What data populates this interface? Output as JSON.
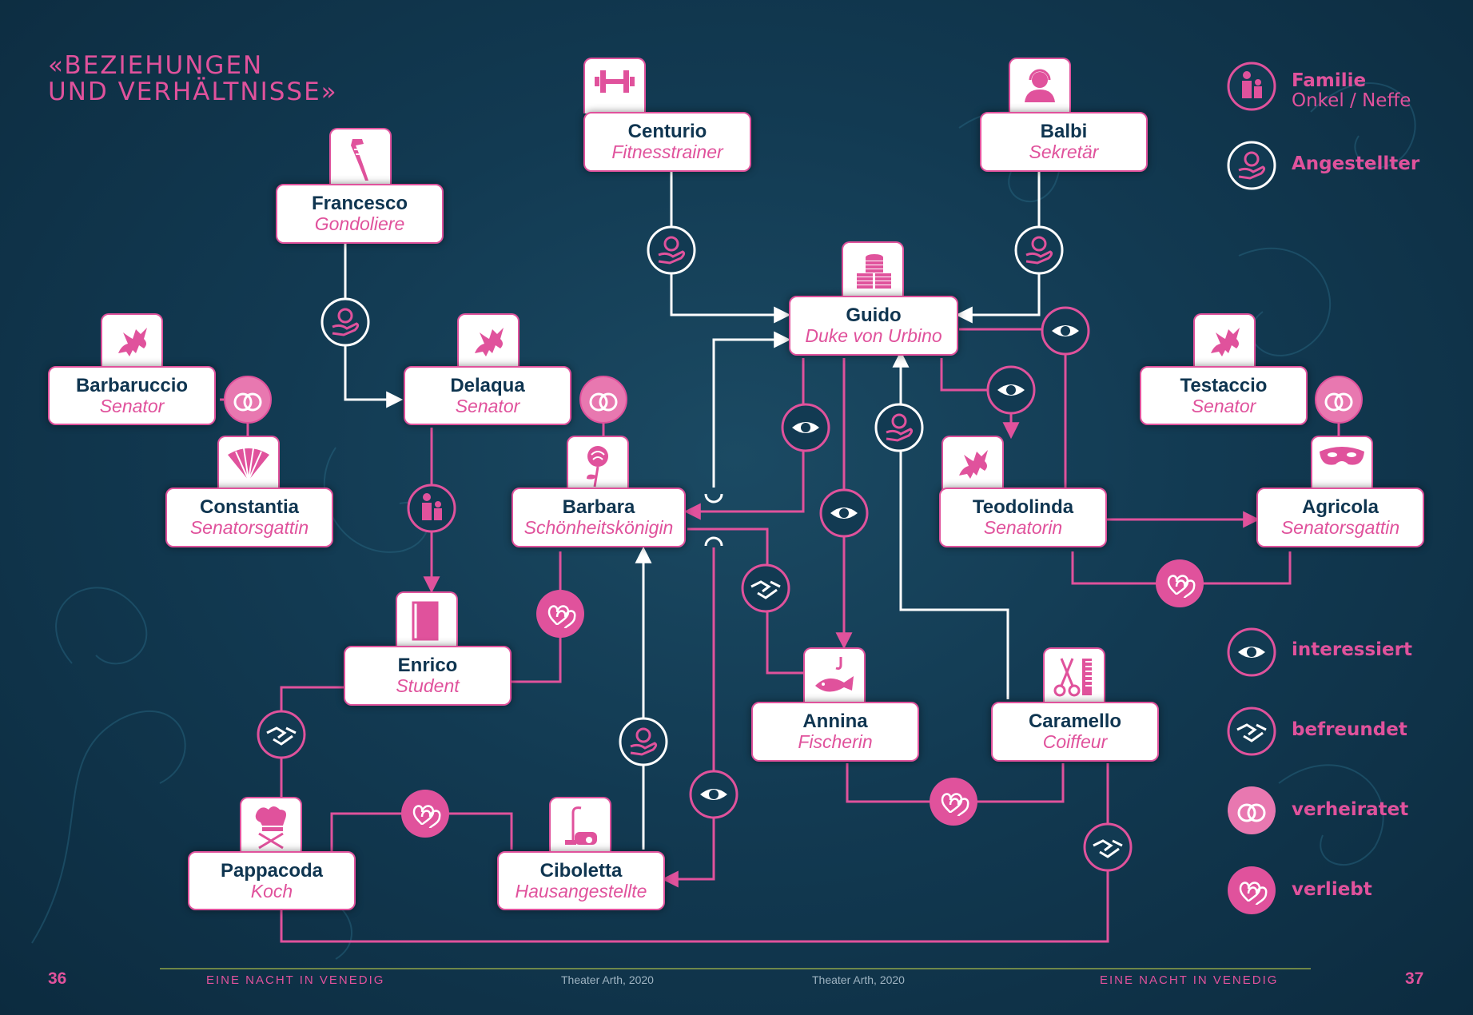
{
  "title": {
    "line1": "«BEZIEHUNGEN",
    "line2": "UND VERHÄLTNISSE»"
  },
  "colors": {
    "accent": "#e0529c",
    "navy": "#0f3550",
    "background": "#123a52"
  },
  "nodes": {
    "centurio": {
      "name": "Centurio",
      "role": "Fitnesstrainer",
      "icon": "dumbbell-icon"
    },
    "balbi": {
      "name": "Balbi",
      "role": "Sekretär",
      "icon": "secretary-headset-icon"
    },
    "francesco": {
      "name": "Francesco",
      "role": "Gondoliere",
      "icon": "gondola-icon"
    },
    "guido": {
      "name": "Guido",
      "role": "Duke von Urbino",
      "icon": "coin-stacks-icon"
    },
    "barbaruccio": {
      "name": "Barbaruccio",
      "role": "Senator",
      "icon": "griffin-icon"
    },
    "delaqua": {
      "name": "Delaqua",
      "role": "Senator",
      "icon": "griffin-icon"
    },
    "testaccio": {
      "name": "Testaccio",
      "role": "Senator",
      "icon": "griffin-icon"
    },
    "constantia": {
      "name": "Constantia",
      "role": "Senatorsgattin",
      "icon": "fan-icon"
    },
    "barbara": {
      "name": "Barbara",
      "role": "Schönheitskönigin",
      "icon": "rose-icon"
    },
    "teodolinda": {
      "name": "Teodolinda",
      "role": "Senatorin",
      "icon": "griffin-icon"
    },
    "agricola": {
      "name": "Agricola",
      "role": "Senatorsgattin",
      "icon": "mask-icon"
    },
    "enrico": {
      "name": "Enrico",
      "role": "Student",
      "icon": "book-icon"
    },
    "annina": {
      "name": "Annina",
      "role": "Fischerin",
      "icon": "fish-hook-icon"
    },
    "caramello": {
      "name": "Caramello",
      "role": "Coiffeur",
      "icon": "scissors-comb-icon"
    },
    "pappacoda": {
      "name": "Pappacoda",
      "role": "Koch",
      "icon": "chef-hat-icon"
    },
    "ciboletta": {
      "name": "Ciboletta",
      "role": "Hausangestellte",
      "icon": "vacuum-icon"
    }
  },
  "legend": {
    "family_label": "Familie",
    "family_sub": "Onkel / Neffe",
    "employee_label": "Angestellter",
    "interested_label": "interessiert",
    "friends_label": "befreundet",
    "married_label": "verheiratet",
    "inlove_label": "verliebt"
  },
  "footer": {
    "page_left": "36",
    "page_right": "37",
    "left_title": "EINE NACHT IN VENEDIG",
    "right_title": "EINE NACHT IN VENEDIG",
    "credit_left": "Theater Arth, 2020",
    "credit_right": "Theater Arth, 2020"
  }
}
